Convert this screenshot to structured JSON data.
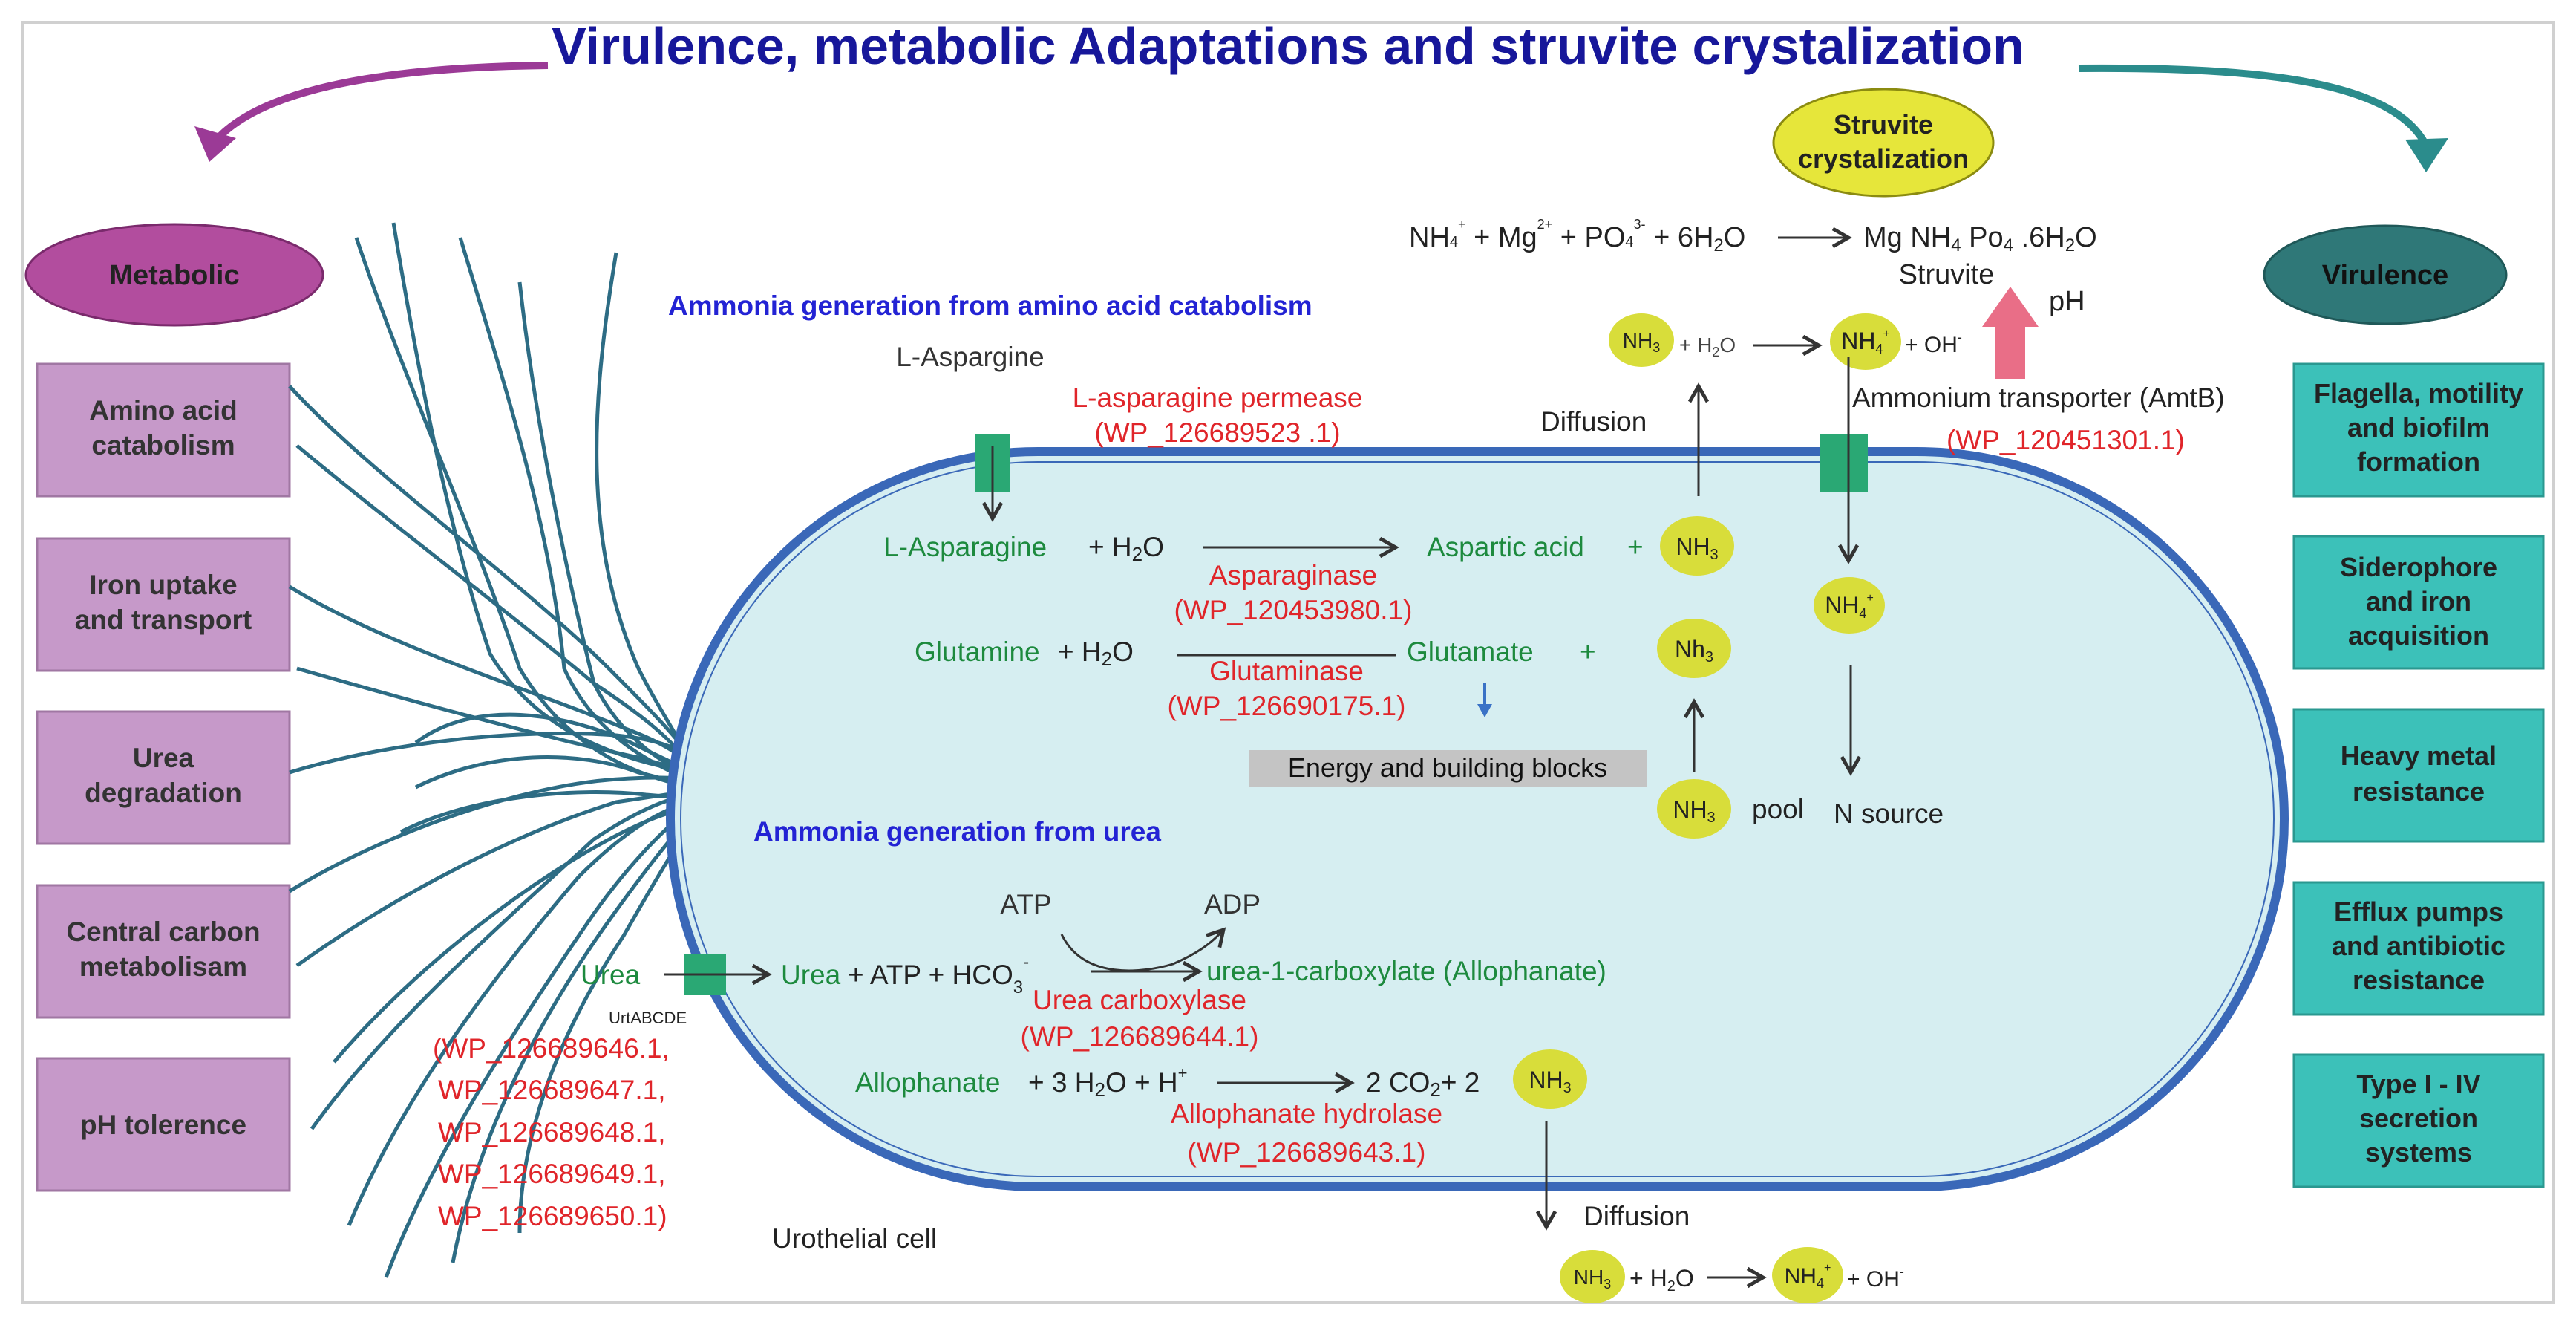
{
  "title": "Virulence, metabolic Adaptations and struvite crystalization",
  "colors": {
    "title": "#17179a",
    "metabolic": "#b24d9e",
    "virulence_oval": "#2f7878",
    "virulence_box": "#3cc1b9",
    "metabolic_box": "#c699c9",
    "green_text": "#1d8a3e",
    "red_text": "#e0252a",
    "blue_heading": "#2323d4",
    "cell_fill": "#d6eef1",
    "cell_border": "#3a68b8",
    "ammonia_circle": "#d8dd3a",
    "transporter": "#2aa874",
    "flagella": "#2d6c84",
    "ph_arrow": "#e96e87"
  },
  "left": {
    "oval": "Metabolic",
    "boxes": [
      {
        "l1": "Amino acid",
        "l2": "catabolism"
      },
      {
        "l1": "Iron uptake",
        "l2": "and transport"
      },
      {
        "l1": "Urea",
        "l2": "degradation"
      },
      {
        "l1": "Central carbon",
        "l2": "metabolisam"
      },
      {
        "l1": "pH tolerence",
        "l2": ""
      }
    ]
  },
  "right": {
    "oval": "Virulence",
    "boxes": [
      {
        "l1": "Flagella, motility",
        "l2": "and biofilm",
        "l3": "formation"
      },
      {
        "l1": "Siderophore",
        "l2": "and iron",
        "l3": "acquisition"
      },
      {
        "l1": "Heavy metal",
        "l2": "resistance",
        "l3": ""
      },
      {
        "l1": "Efflux pumps",
        "l2": "and antibiotic",
        "l3": "resistance"
      },
      {
        "l1": "Type I - IV",
        "l2": "secretion",
        "l3": "systems"
      }
    ]
  },
  "struvite": {
    "oval_l1": "Struvite",
    "oval_l2": "crystalization",
    "label": "Struvite",
    "ph": "pH"
  },
  "headings": {
    "amino": "Ammonia generation from amino acid catabolism",
    "urea": "Ammonia generation from urea"
  },
  "asparagine": {
    "substrate": "L-Aspargine",
    "permease": "L-asparagine permease",
    "permease_id": "(WP_126689523 .1)",
    "reactant": "L-Asparagine",
    "product": "Aspartic acid",
    "enzyme": "Asparaginase",
    "enzyme_id": "(WP_120453980.1)"
  },
  "glutamine": {
    "reactant": "Glutamine",
    "product": "Glutamate",
    "enzyme": "Glutaminase",
    "enzyme_id": "(WP_126690175.1)"
  },
  "energy": "Energy and building blocks",
  "diffusion": "Diffusion",
  "ammonium_transporter": "Ammonium transporter (AmtB)",
  "ammonium_transporter_id": "(WP_120451301.1)",
  "pool": "pool",
  "n_source": "N source",
  "urea": {
    "outside": "Urea",
    "transporter": "UrtABCDE",
    "ids": [
      "(WP_126689646.1,",
      "WP_126689647.1,",
      "WP_126689648.1,",
      "WP_126689649.1,",
      "WP_126689650.1)"
    ],
    "inside": "Urea",
    "atp": "ATP",
    "adp": "ADP",
    "product": "urea-1-carboxylate (Allophanate)",
    "enzyme": "Urea carboxylase",
    "enzyme_id": "(WP_126689644.1)",
    "allophanate": "Allophanate",
    "hydrolase": "Allophanate hydrolase",
    "hydrolase_id": "(WP_126689643.1)"
  },
  "urothelial": "Urothelial cell"
}
